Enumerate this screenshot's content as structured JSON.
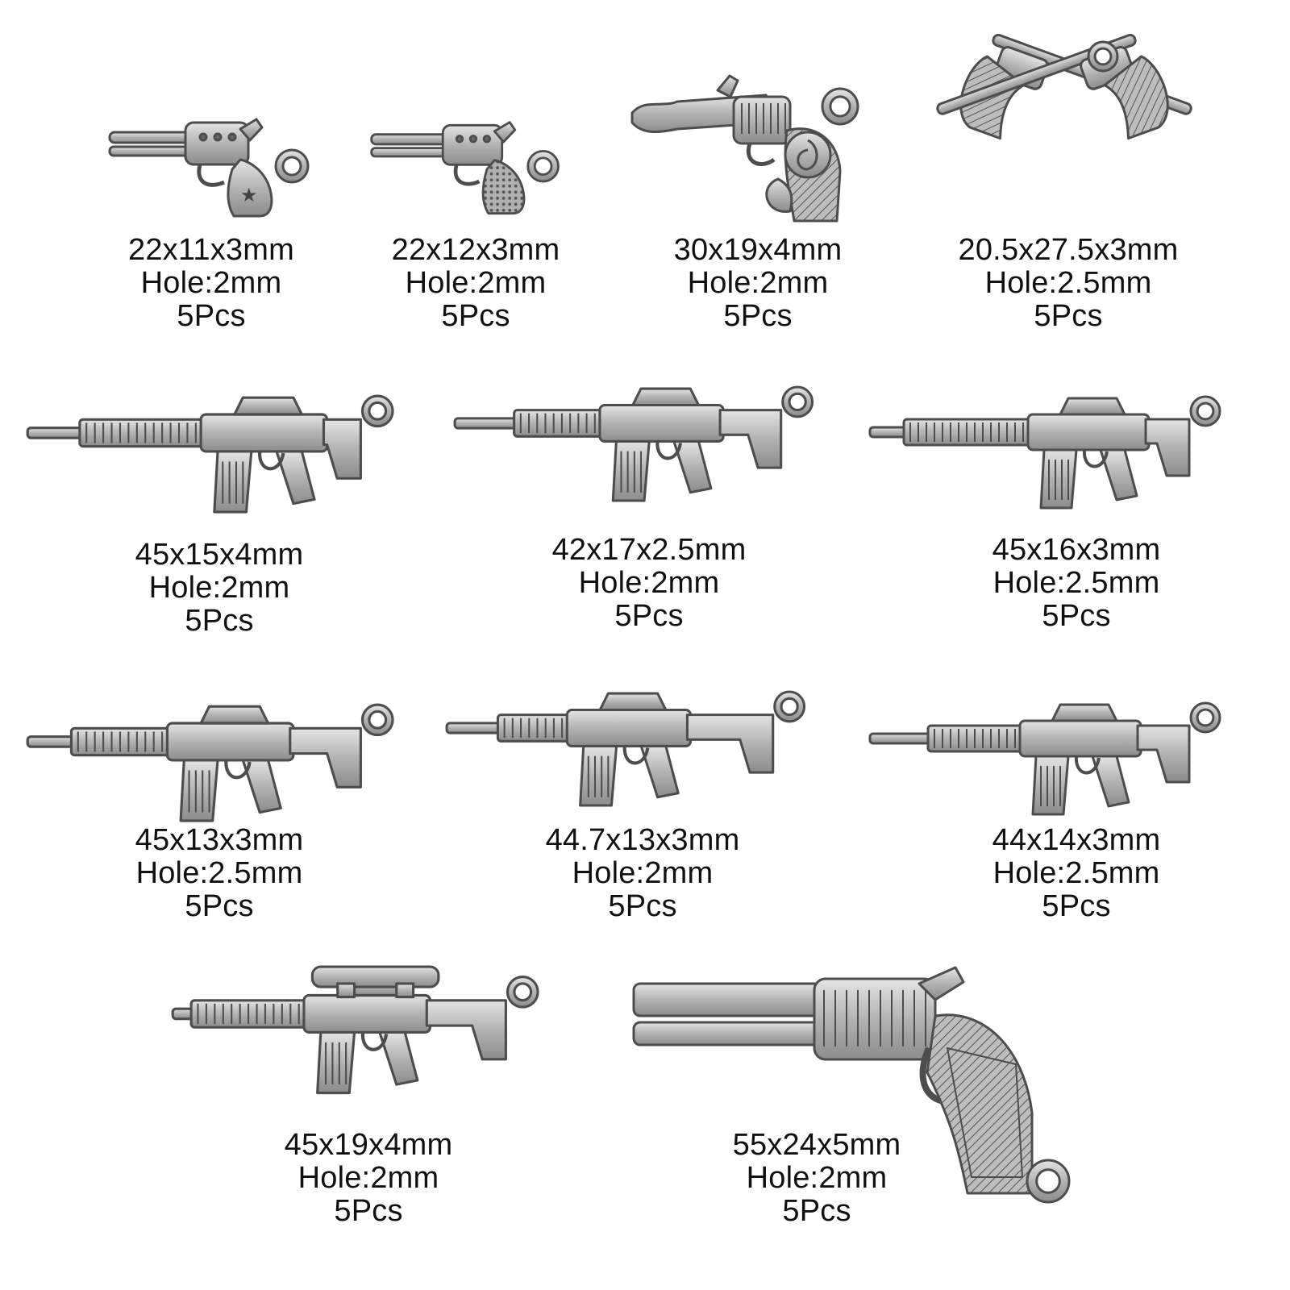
{
  "palette": {
    "metal_dark": "#5a5a5a",
    "metal_mid": "#9a9a9a",
    "metal_light": "#d4d4d4",
    "text": "#111111",
    "background": "#ffffff"
  },
  "charms": [
    {
      "kind": "revolver-small-star",
      "size": "22x11x3mm",
      "hole": "Hole:2mm",
      "qty": "5Pcs"
    },
    {
      "kind": "revolver-small-dotted",
      "size": "22x12x3mm",
      "hole": "Hole:2mm",
      "qty": "5Pcs"
    },
    {
      "kind": "flintlock-rose-pistol",
      "size": "30x19x4mm",
      "hole": "Hole:2mm",
      "qty": "5Pcs"
    },
    {
      "kind": "crossed-revolvers",
      "size": "20.5x27.5x3mm",
      "hole": "Hole:2.5mm",
      "qty": "5Pcs"
    },
    {
      "kind": "rifle-ar",
      "size": "45x15x4mm",
      "hole": "Hole:2mm",
      "qty": "5Pcs"
    },
    {
      "kind": "rifle-g3",
      "size": "42x17x2.5mm",
      "hole": "Hole:2mm",
      "qty": "5Pcs"
    },
    {
      "kind": "rifle-scar",
      "size": "45x16x3mm",
      "hole": "Hole:2.5mm",
      "qty": "5Pcs"
    },
    {
      "kind": "rifle-m4",
      "size": "45x13x3mm",
      "hole": "Hole:2.5mm",
      "qty": "5Pcs"
    },
    {
      "kind": "rifle-bullpup",
      "size": "44.7x13x3mm",
      "hole": "Hole:2mm",
      "qty": "5Pcs"
    },
    {
      "kind": "rifle-scar-light",
      "size": "44x14x3mm",
      "hole": "Hole:2.5mm",
      "qty": "5Pcs"
    },
    {
      "kind": "rifle-scoped",
      "size": "45x19x4mm",
      "hole": "Hole:2mm",
      "qty": "5Pcs"
    },
    {
      "kind": "revolver-large",
      "size": "55x24x5mm",
      "hole": "Hole:2mm",
      "qty": "5Pcs"
    }
  ]
}
